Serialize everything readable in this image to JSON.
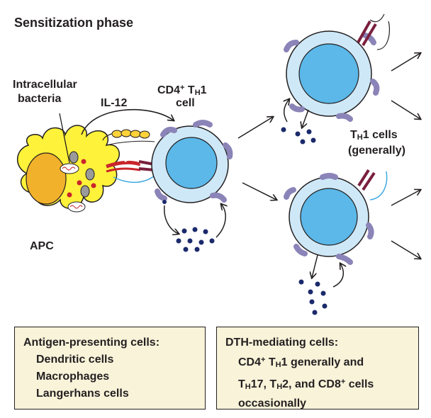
{
  "title": "Sensitization phase",
  "labels": {
    "bacteria_line1": "Intracellular",
    "bacteria_line2": "bacteria",
    "il12": "IL-12",
    "apc": "APC",
    "th1_prefix": "CD4",
    "th1_sup": "+",
    "th1_T": "T",
    "th1_sub": "H",
    "th1_num": "1",
    "th1_cell": "cell",
    "th1cells_T": "T",
    "th1cells_sub": "H",
    "th1cells_rest": "1 cells",
    "th1cells_line2": "(generally)"
  },
  "box_left": {
    "heading": "Antigen-presenting cells:",
    "items": [
      "Dendritic cells",
      "Macrophages",
      "Langerhans cells"
    ]
  },
  "box_right": {
    "heading": "DTH-mediating cells:",
    "line1_a": "CD4",
    "line1_sup": "+",
    "line1_b": " T",
    "line1_sub": "H",
    "line1_c": "1 generally and",
    "line2_a": "T",
    "line2_sub1": "H",
    "line2_b": "17, T",
    "line2_sub2": "H",
    "line2_c": "2, and CD8",
    "line2_sup": "+",
    "line2_d": " cells",
    "line3": "occasionally"
  },
  "colors": {
    "cell_outer": "#cfe8f7",
    "cell_nucleus": "#5bb8e8",
    "apc_body": "#fff23a",
    "apc_nucleus": "#f2b12a",
    "receptor": "#8b84b8",
    "cytokine": "#1b2a6b",
    "tcr": "#7a1f3d",
    "box_bg": "#f8f3d9"
  }
}
